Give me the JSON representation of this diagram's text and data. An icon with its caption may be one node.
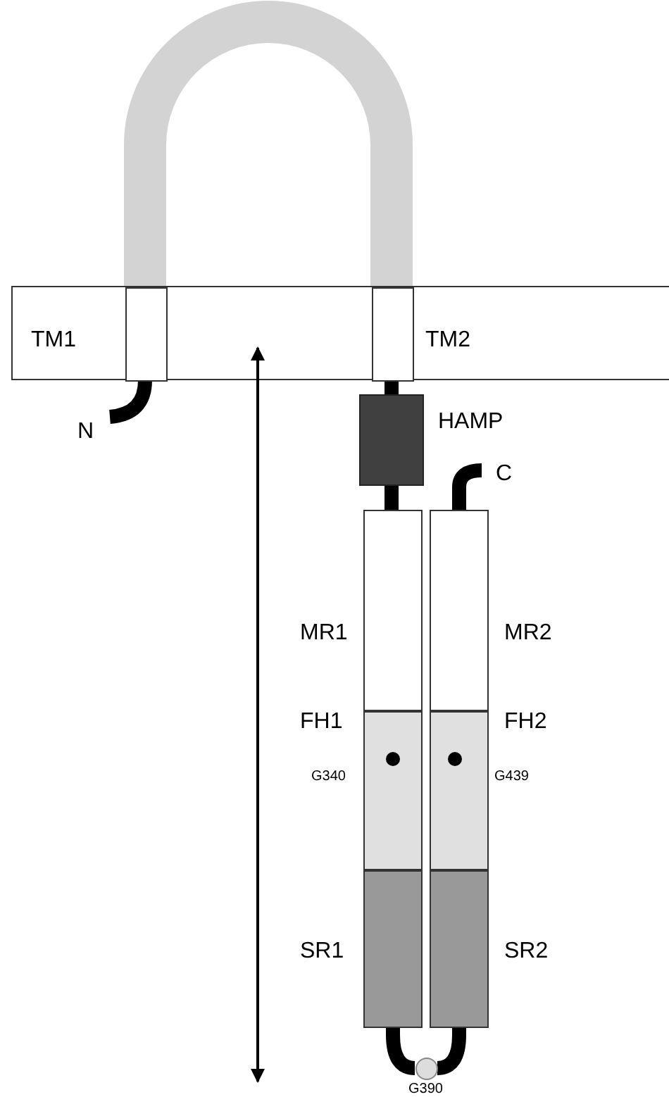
{
  "diagram": {
    "nodes": [
      {
        "text": [],
        "shape": "bar"
      },
      {
        "text": [
          "TM1"
        ],
        "in": 0
      },
      {
        "text": [
          "TM2"
        ],
        "in": 0
      },
      {
        "text": [
          "HAMP"
        ]
      },
      {
        "text": [
          "MR1"
        ]
      },
      {
        "text": [
          "FH1"
        ]
      },
      {
        "text": [
          "G340"
        ],
        "in": 5
      },
      {
        "text": [
          "SR1"
        ]
      },
      {
        "text": [
          "MR2"
        ]
      },
      {
        "text": [
          "FH2"
        ]
      },
      {
        "text": [
          "G439"
        ],
        "in": 9
      },
      {
        "text": [
          "SR2"
        ]
      },
      {
        "text": [
          "G390"
        ]
      }
    ],
    "edges": [
      {
        "from": 1,
        "to": 2,
        "arrow": "none",
        "style": "thick",
        "color": "#d3d3d3"
      },
      {
        "from": 2,
        "to": 3,
        "arrow": "none"
      },
      {
        "from": 3,
        "to": 4,
        "arrow": "none"
      },
      {
        "from": 7,
        "to": 12,
        "arrow": "none"
      },
      {
        "from": 12,
        "to": 11,
        "arrow": "none"
      }
    ],
    "labels": [
      "N",
      "C"
    ]
  }
}
